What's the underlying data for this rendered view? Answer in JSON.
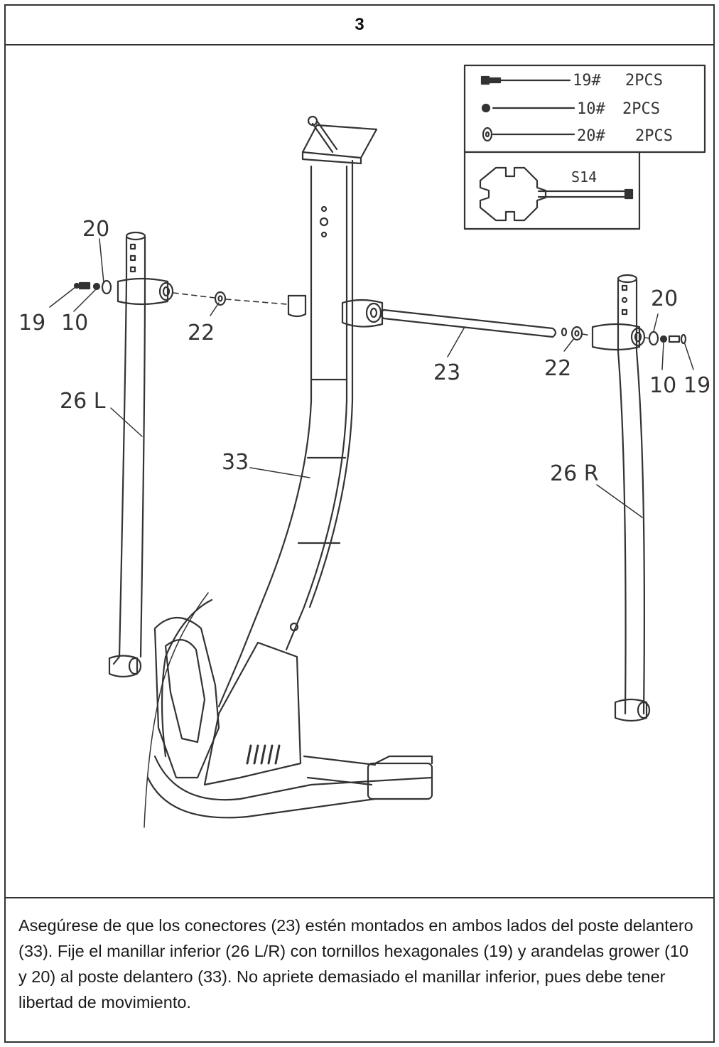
{
  "step": {
    "number": "3"
  },
  "parts_list": [
    {
      "code": "19#",
      "qty": "2PCS",
      "icon": "hex-bolt-icon"
    },
    {
      "code": "10#",
      "qty": "2PCS",
      "icon": "spring-washer-icon"
    },
    {
      "code": "20#",
      "qty": "2PCS",
      "icon": "flat-washer-icon"
    }
  ],
  "tool": {
    "label": "S14",
    "icon": "wrench-icon"
  },
  "labels": {
    "l20": "20",
    "l19": "19",
    "l10": "10",
    "l22a": "22",
    "l26l": "26 L",
    "l33": "33",
    "l23": "23",
    "l22b": "22",
    "l20r": "20",
    "l10r": "10",
    "l19r": "19",
    "l26r": "26 R"
  },
  "caption": {
    "text": "Asegúrese de que los conectores  (23) estén montados en ambos lados del poste delantero (33). Fije el manillar inferior (26 L/R) con tornillos hexagonales (19) y arandelas grower (10 y 20) al poste delantero (33). No apriete demasiado el manillar inferior, pues debe tener libertad de movimiento."
  }
}
